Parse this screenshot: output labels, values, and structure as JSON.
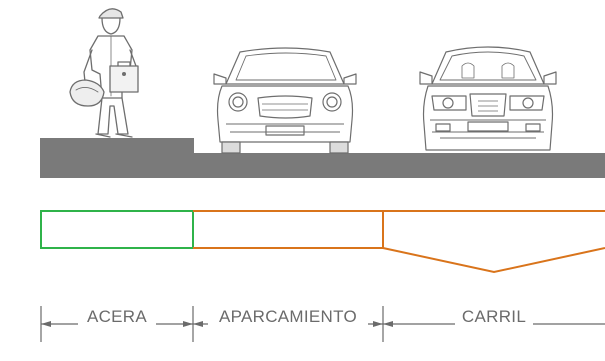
{
  "segments": [
    {
      "key": "acera",
      "label": "ACERA"
    },
    {
      "key": "aparcamiento",
      "label": "APARCAMIENTO"
    },
    {
      "key": "carril",
      "label": "CARRIL"
    }
  ],
  "colors": {
    "ground": "#7a7a7a",
    "acera": "#2fb34a",
    "aparcamiento": "#d9741b",
    "carril": "#d9741b",
    "linework": "#6e6e6e",
    "dimension": "#6b6b6b"
  }
}
